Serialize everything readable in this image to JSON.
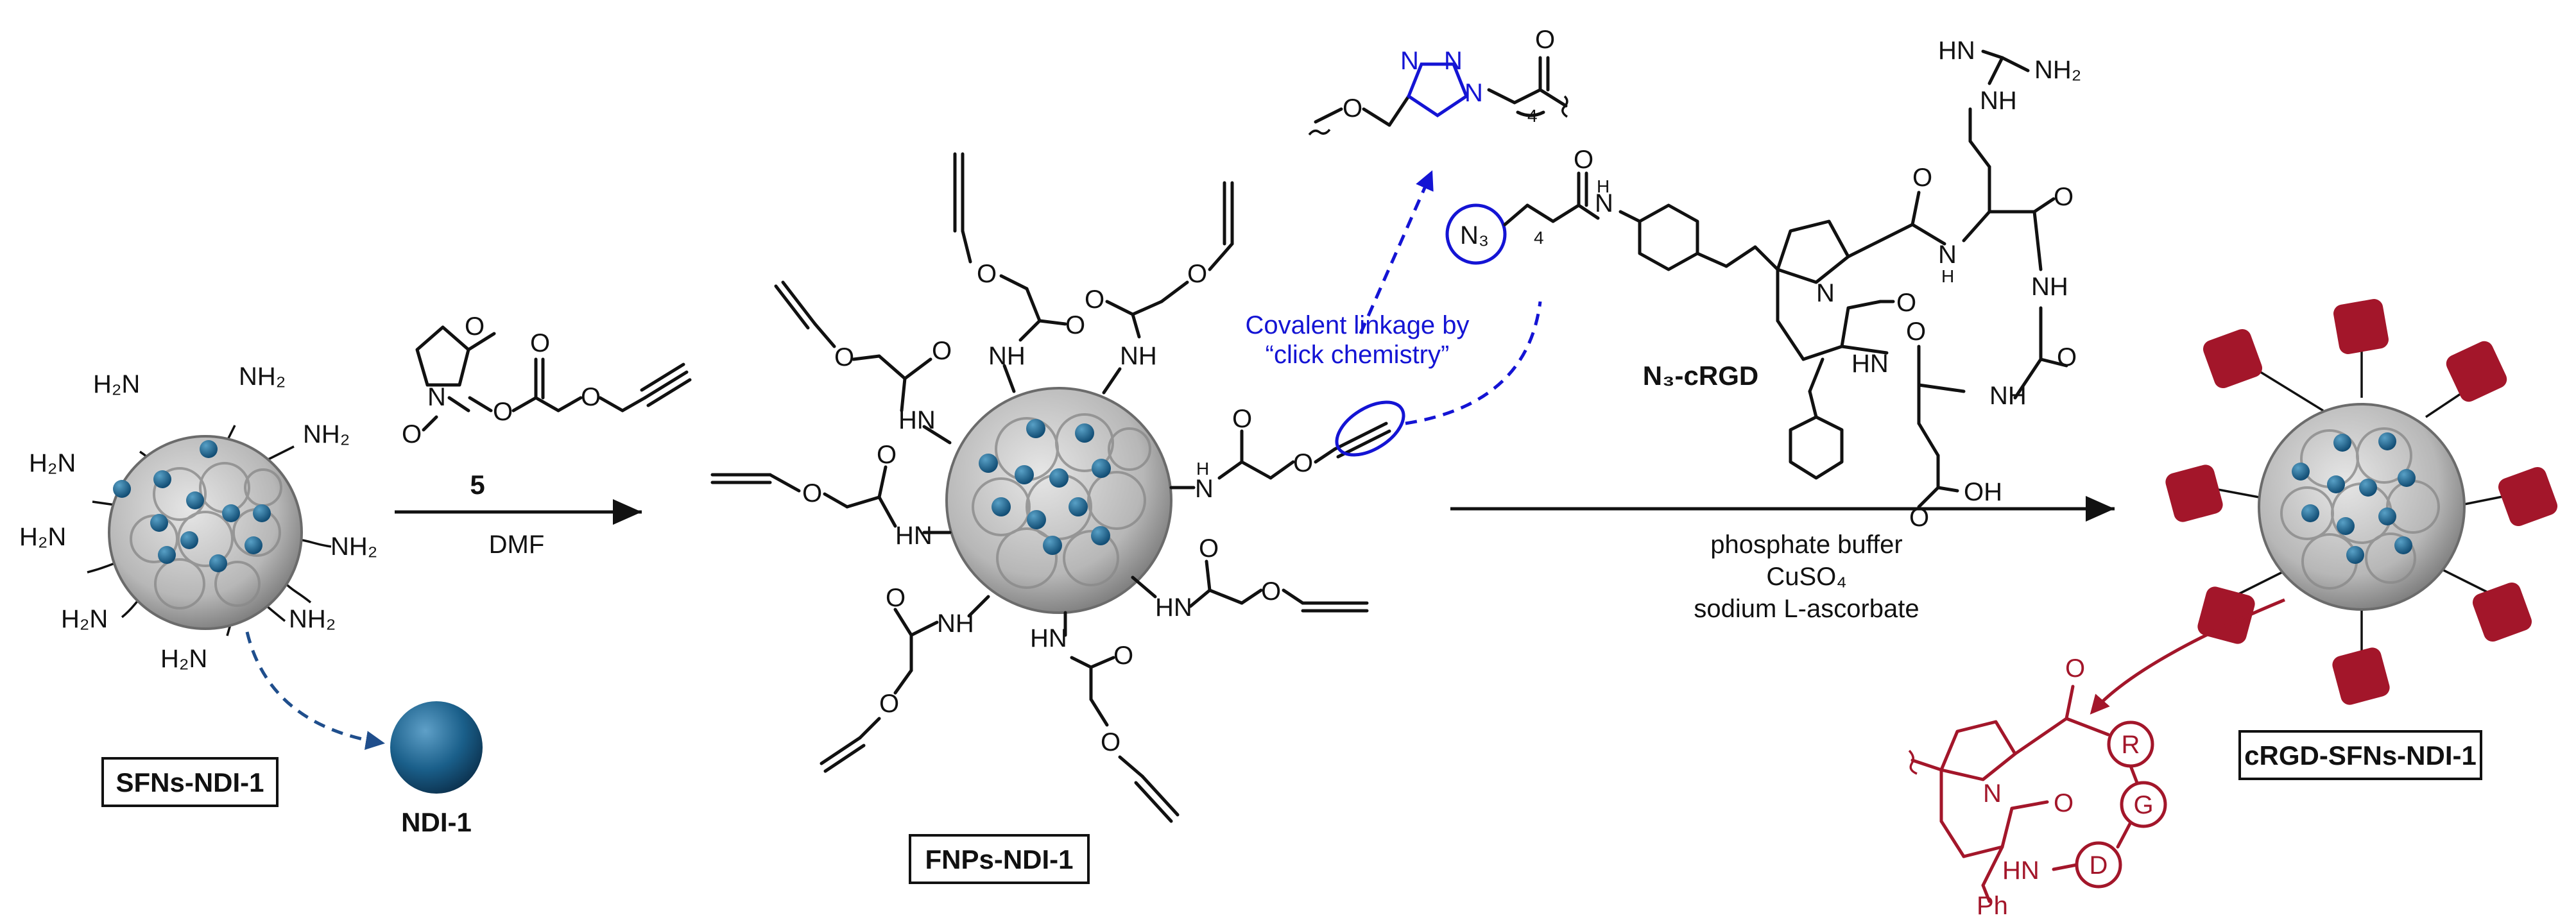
{
  "labels": {
    "sfns": "SFNs-NDI-1",
    "ndi": "NDI-1",
    "fnps": "FNPs-NDI-1",
    "crgd_sfns": "cRGD-SFNs-NDI-1",
    "n3_crgd": "N₃-cRGD",
    "compound_5": "5"
  },
  "reaction1": {
    "conditions": "DMF"
  },
  "reaction2": {
    "line1": "phosphate buffer",
    "line2": "CuSO₄",
    "line3": "sodium L-ascorbate"
  },
  "annotation": {
    "line1": "Covalent linkage by",
    "line2": "“click chemistry”"
  },
  "atoms": {
    "nh2": "NH₂",
    "h2n": "H₂N",
    "nh": "NH",
    "hn": "HN",
    "o": "O",
    "n": "N",
    "h": "H",
    "hnimine": "HN",
    "n3": "N₃",
    "four": "4",
    "oh": "OH",
    "ph": "Ph",
    "r": "R",
    "g": "G",
    "d": "D"
  },
  "colors": {
    "particle": "#b9b9b9",
    "dot": "#1f6b9a",
    "ndi": "#1a5f8a",
    "peptide": "#a3162a",
    "click": "#1414d4"
  }
}
